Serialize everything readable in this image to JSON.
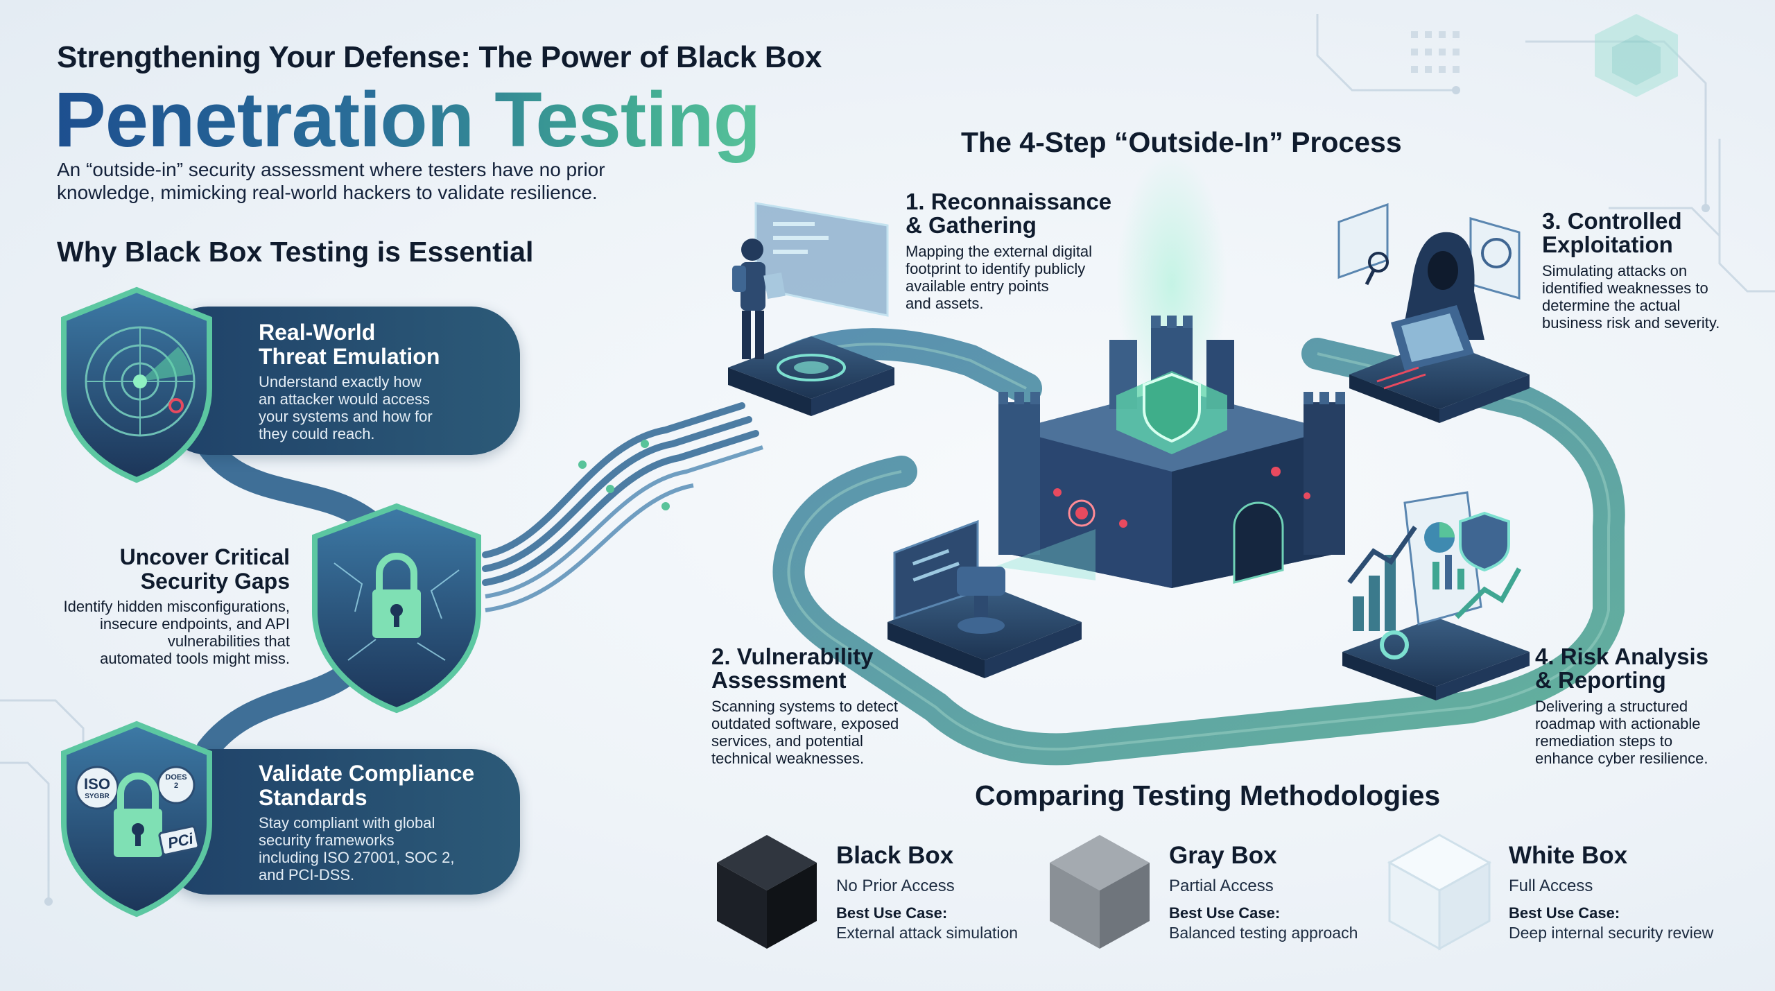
{
  "header": {
    "subtitle": "Strengthening Your Defense: The Power of Black Box",
    "title": "Penetration Testing",
    "intro": "An “outside-in” security assessment where testers have no prior\nknowledge, mimicking real-world hackers to validate resilience."
  },
  "why": {
    "heading": "Why Black Box Testing is Essential",
    "items": [
      {
        "title": "Real-World\nThreat Emulation",
        "desc": "Understand exactly how\nan attacker would access\nyour systems and how for\nthey could reach.",
        "icon": "radar-shield-icon"
      },
      {
        "title": "Uncover Critical\nSecurity Gaps",
        "desc": "Identify hidden misconfigurations,\ninsecure endpoints, and API\nvulnerabilities that\nautomated tools might miss.",
        "icon": "padlock-shield-icon"
      },
      {
        "title": "Validate Compliance\nStandards",
        "desc": "Stay compliant with global\nsecurity frameworks\nincluding ISO 27001, SOC 2,\nand PCI-DSS.",
        "icon": "compliance-shield-icon"
      }
    ],
    "badges": {
      "iso": "ISO",
      "iso_sub": "SYGBR",
      "soc": "DOES\n2",
      "pci": "PCi"
    }
  },
  "process": {
    "heading": "The 4-Step “Outside-In” Process",
    "steps": [
      {
        "title": "1. Reconnaissance\n    & Gathering",
        "desc": "Mapping the external digital\nfootprint to identify publicly\navailable entry points\nand assets.",
        "icon": "hacker-scanning-icon"
      },
      {
        "title": "2. Vulnerability\n    Assessment",
        "desc": "Scanning systems to detect\noutdated software, exposed\nservices, and potential\ntechnical weaknesses.",
        "icon": "scanner-camera-icon"
      },
      {
        "title": "3. Controlled\n    Exploitation",
        "desc": "Simulating attacks on\nidentified weaknesses to\ndetermine the actual\nbusiness risk and severity.",
        "icon": "hooded-hacker-icon"
      },
      {
        "title": "4. Risk Analysis\n    & Reporting",
        "desc": "Delivering a structured\nroadmap with actionable\nremediation steps to\nenhance cyber resilience.",
        "icon": "report-chart-icon"
      }
    ],
    "center_icon": "fortress-icon"
  },
  "compare": {
    "heading": "Comparing Testing Methodologies",
    "methods": [
      {
        "name": "Black Box",
        "access": "No Prior Access",
        "use_label": "Best Use Case:",
        "use": "External attack simulation",
        "color": "#1c2027",
        "icon": "black-cube-icon"
      },
      {
        "name": "Gray Box",
        "access": "Partial Access",
        "use_label": "Best Use Case:",
        "use": "Balanced testing approach",
        "color": "#8a9096",
        "icon": "gray-cube-icon"
      },
      {
        "name": "White Box",
        "access": "Full Access",
        "use_label": "Best Use Case:",
        "use": "Deep internal security review",
        "color": "#eaf2f7",
        "icon": "white-cube-icon"
      }
    ]
  },
  "colors": {
    "navy": "#1f4168",
    "teal": "#3fa692",
    "green": "#58c39a",
    "dark": "#0f1b2d"
  }
}
